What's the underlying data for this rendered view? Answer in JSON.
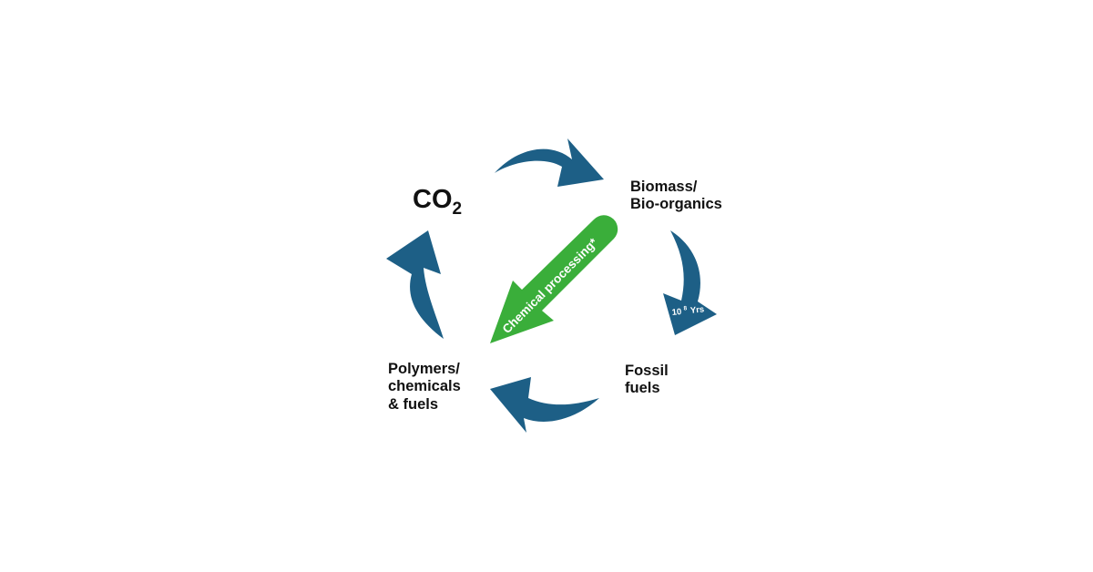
{
  "nodes": {
    "co2": {
      "main": "CO",
      "sub": "2"
    },
    "biomass": [
      "Biomass/",
      "Bio-organics"
    ],
    "fossil": [
      "Fossil",
      "fuels"
    ],
    "polymers": [
      "Polymers/",
      "chemicals",
      "& fuels"
    ]
  },
  "arrows": {
    "chemical_processing": "Chemical processing*",
    "time_base": "10",
    "time_exp": "8",
    "time_unit": "Yrs"
  },
  "colors": {
    "cycle_arrow": "#1d5f86",
    "process_arrow": "#3aae3a",
    "text": "#111111",
    "background": "#ffffff"
  }
}
